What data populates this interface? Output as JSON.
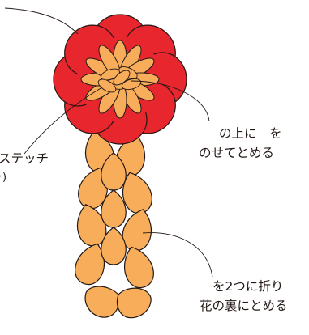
{
  "labels": {
    "left_line1": "ステッチ",
    "left_line2": "り)",
    "right_line1": "の上に　を",
    "right_line2": "のせてとめる",
    "bottom_line1": "を2つに折り",
    "bottom_line2": "花の裏にとめる"
  },
  "colors": {
    "petal_red": "#e8262e",
    "petal_orange": "#f7ad5a",
    "outline": "#231815",
    "background": "#ffffff"
  }
}
